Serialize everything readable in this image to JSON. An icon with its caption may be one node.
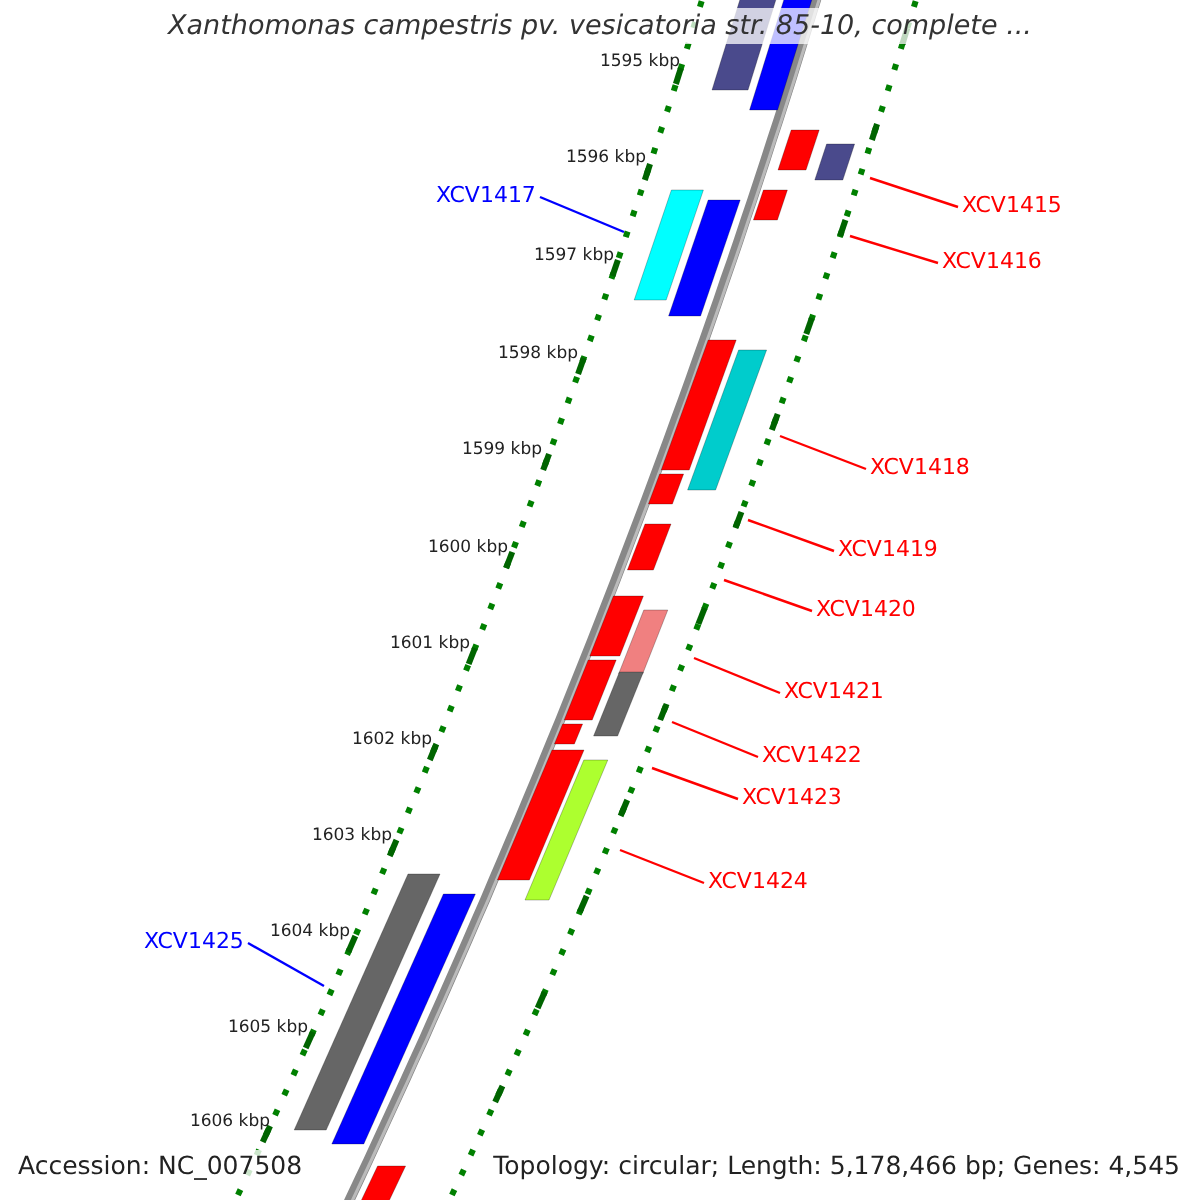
{
  "diagram": {
    "title": "Xanthomonas campestris pv. vesicatoria str. 85-10, complete ...",
    "nodes": [
      {
        "text": [
          "XCV1417"
        ]
      },
      {
        "text": [
          "XCV1415"
        ]
      },
      {
        "text": [
          "XCV1416"
        ]
      },
      {
        "text": [
          "XCV1418"
        ]
      },
      {
        "text": [
          "XCV1419"
        ]
      },
      {
        "text": [
          "XCV1420"
        ]
      },
      {
        "text": [
          "XCV1421"
        ]
      },
      {
        "text": [
          "XCV1422"
        ]
      },
      {
        "text": [
          "XCV1423"
        ]
      },
      {
        "text": [
          "XCV1424"
        ]
      },
      {
        "text": [
          "XCV1425"
        ]
      }
    ],
    "edges": [
      {
        "from": 0,
        "to": null,
        "arrow": "none",
        "color": "#0000ff"
      },
      {
        "from": 1,
        "to": null,
        "arrow": "none"
      },
      {
        "from": 2,
        "to": null,
        "arrow": "none"
      },
      {
        "from": 3,
        "to": null,
        "arrow": "none"
      },
      {
        "from": 4,
        "to": null,
        "arrow": "none"
      },
      {
        "from": 5,
        "to": null,
        "arrow": "none"
      },
      {
        "from": 6,
        "to": null,
        "arrow": "none"
      },
      {
        "from": 7,
        "to": null,
        "arrow": "none"
      },
      {
        "from": 8,
        "to": null,
        "arrow": "none"
      },
      {
        "from": 9,
        "to": null,
        "arrow": "none"
      },
      {
        "from": 10,
        "to": null,
        "arrow": "none",
        "color": "#0000ff"
      }
    ],
    "labels": [
      "1595 kbp",
      "1596 kbp",
      "1597 kbp",
      "1598 kbp",
      "1599 kbp",
      "1600 kbp",
      "1601 kbp",
      "1602 kbp",
      "1603 kbp",
      "1604 kbp",
      "1605 kbp",
      "1606 kbp",
      "Accession: NC_007508",
      "Topology: circular; Length: 5,178,466 bp; Genes: 4,545"
    ]
  }
}
